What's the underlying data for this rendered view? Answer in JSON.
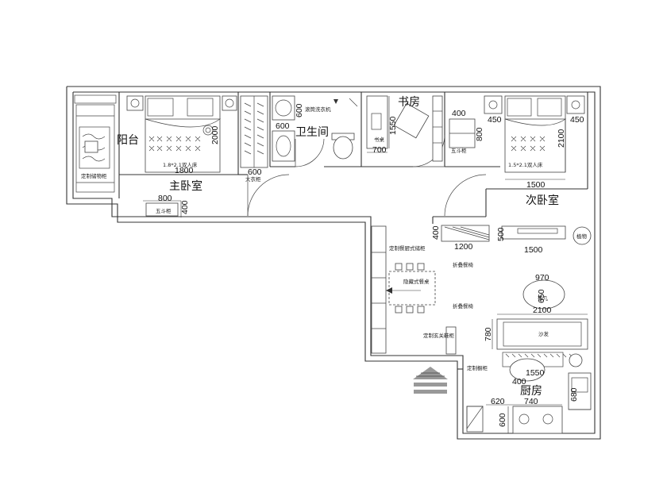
{
  "rooms": {
    "balcony": "阳台",
    "master_bedroom": "主卧室",
    "bathroom": "卫生间",
    "study": "书房",
    "second_bedroom": "次卧室",
    "kitchen": "厨房"
  },
  "furniture": {
    "master_bed": "1.8*2.1双人床",
    "second_bed": "1.5*2.1双人床",
    "wardrobe": "大衣柜",
    "five_drawer_1": "五斗柜",
    "five_drawer_2": "五斗柜",
    "washer": "滚筒洗衣机",
    "desk": "书桌",
    "balcony_cabinet": "定制储物柜",
    "dining_cabinet": "定制餐厨式储柜",
    "folding_chair_1": "折叠餐椅",
    "folding_chair_2": "折叠餐椅",
    "dining_table": "隐藏式餐桌",
    "shoe_cabinet": "定制玄关鞋柜",
    "sofa": "沙发",
    "coffee_table": "茶几",
    "kitchen_cabinet": "定制橱柜",
    "plant": "植物"
  },
  "dimensions": {
    "master_bed_width": "1800",
    "master_bed_length": "2000",
    "wardrobe_width": "600",
    "drawer_width": "800",
    "drawer_depth": "400",
    "washer_depth": "600",
    "washer_width": "600",
    "desk_length": "1550",
    "desk_width": "700",
    "cabinet_400": "400",
    "cabinet_800": "800",
    "second_nightstand_left": "450",
    "second_nightstand_right": "450",
    "second_bed_length": "2100",
    "second_bed_width": "1500",
    "hall_cabinet_depth": "400",
    "hall_cabinet_width": "1200",
    "tv_depth": "500",
    "tv_width": "1500",
    "coffee_width": "970",
    "coffee_depth": "650",
    "sofa_width": "2100",
    "sofa_depth": "780",
    "counter_width": "1550",
    "counter_depth": "400",
    "sink_width": "680",
    "kitchen_620": "620",
    "kitchen_740": "740",
    "kitchen_600": "600"
  }
}
